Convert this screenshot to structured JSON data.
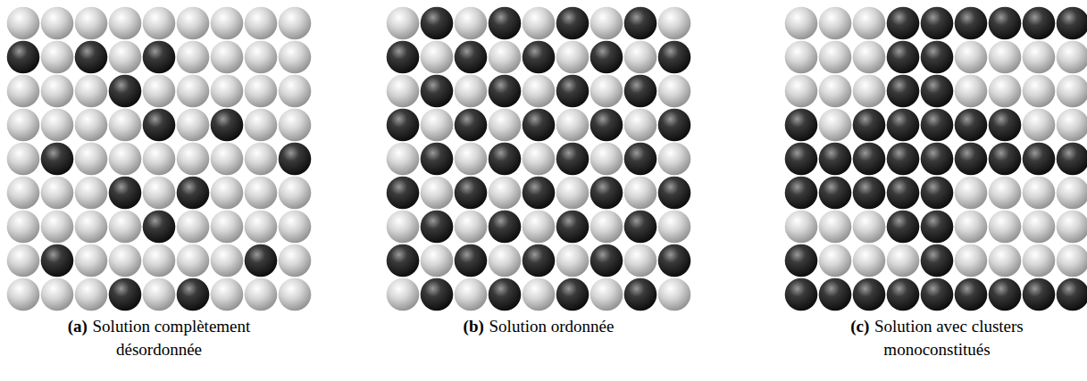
{
  "diagram": {
    "labels": [
      "(a)",
      "Solution complètement désordonnée",
      "(b)",
      "Solution ordonnée",
      "(c)",
      "Solution avec clusters monoconstitués"
    ]
  }
}
